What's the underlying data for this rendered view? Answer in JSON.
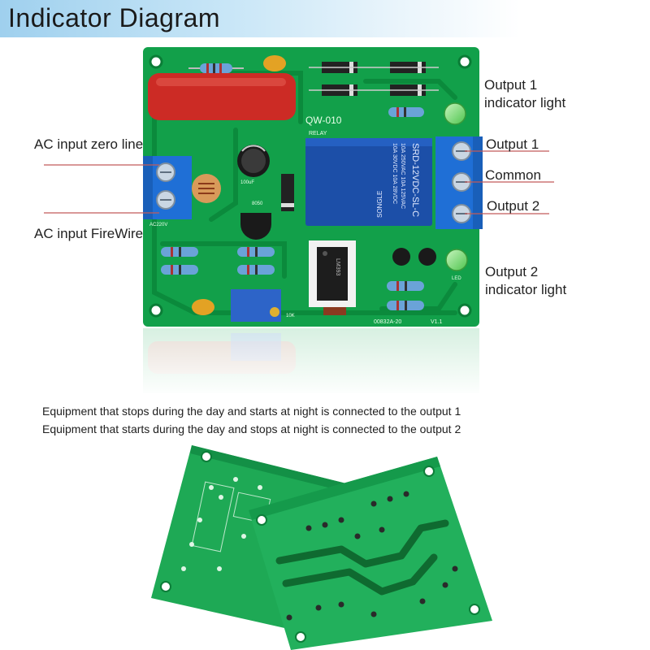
{
  "header": {
    "title": "Indicator Diagram"
  },
  "labels": {
    "ac_zero": "AC input zero line",
    "ac_fire": "AC input FireWire",
    "out1_led_line1": "Output 1",
    "out1_led_line2": "indicator light",
    "out1": "Output 1",
    "common": "Common",
    "out2": "Output 2",
    "out2_led_line1": "Output 2",
    "out2_led_line2": "indicator light"
  },
  "board_text": {
    "model": "QW-010",
    "relay_tag": "RELAY",
    "relay_line1": "SRD-12VDC-SL-C",
    "relay_line2": "10A 250VAC  10A 125VAC",
    "relay_line3": "10A 30VDC  10A 28VDC",
    "relay_brand": "SONGLE",
    "cap_value": "100uF",
    "transistor": "8050",
    "pcb_code": "00832A-20",
    "pcb_ver": "V1.1",
    "ac_tag": "AC220V",
    "led_tag": "LED",
    "pot_tag": "10K",
    "ic_tag": "LM393"
  },
  "notes": {
    "line1": "Equipment that stops during the day and starts at night is connected to the output 1",
    "line2": "Equipment that starts during the day and stops at night is connected to the output 2"
  },
  "colors": {
    "pcb_green": "#12a04a",
    "trace_green": "#0b8a3c",
    "terminal_blue": "#1f6fd6",
    "relay_blue": "#1c4fa8",
    "capacitor_red": "#cc2b25",
    "header_blue": "#9fd0ee"
  }
}
